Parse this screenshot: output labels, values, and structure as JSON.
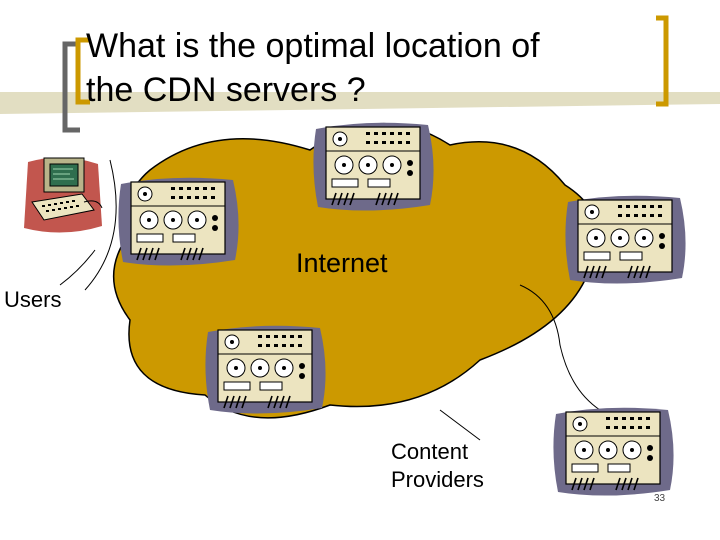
{
  "slide": {
    "title_line1": "What is the optimal location of",
    "title_line2": "the CDN servers ?",
    "cloud_label": "Internet",
    "users_label": "Users",
    "content_label_line1": "Content",
    "content_label_line2": "Providers",
    "slide_number": "33"
  },
  "colors": {
    "cloud_fill": "#cc9900",
    "title_bracket": "#cc9900",
    "left_bracket": "#666666",
    "server_bg": "#6e6a8a",
    "server_body": "#ece4c0"
  },
  "icons": [
    "computer-terminal-icon",
    "tape-drive-server-icon"
  ]
}
